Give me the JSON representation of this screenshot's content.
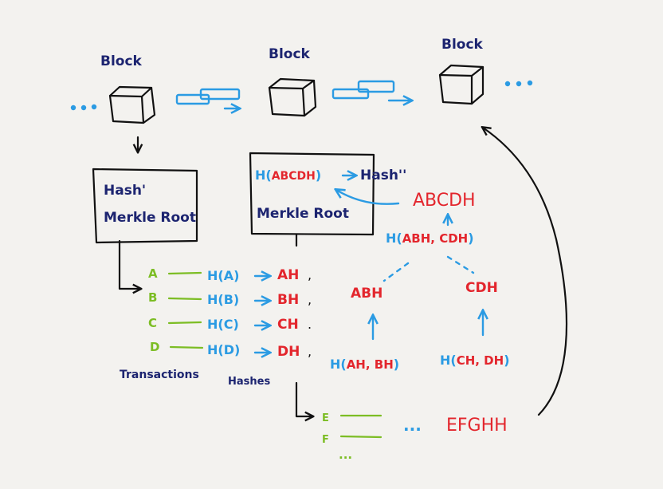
{
  "blocks": {
    "label": "Block",
    "ellipsis": "..."
  },
  "header_left": {
    "line1": "Hash'",
    "line2": "Merkle Root"
  },
  "header_right": {
    "hash_prefix": "H(",
    "hash_arg": "ABCDH",
    "hash_suffix": ")",
    "arrow": "→",
    "hash_result": "Hash''",
    "line2": "Merkle Root"
  },
  "transactions": [
    {
      "tx": "A",
      "hash": "H(A)",
      "result": "AH",
      "sep": ","
    },
    {
      "tx": "B",
      "hash": "H(B)",
      "result": "BH",
      "sep": ","
    },
    {
      "tx": "C",
      "hash": "H(C)",
      "result": "CH",
      "sep": "."
    },
    {
      "tx": "D",
      "hash": "H(D)",
      "result": "DH",
      "sep": ","
    }
  ],
  "labels": {
    "transactions": "Transactions",
    "hashes": "Hashes"
  },
  "tree": {
    "root": "ABCDH",
    "root_hash_fn": "H(",
    "root_args": "ABH, CDH",
    "root_close": ")",
    "left": "ABH",
    "right": "CDH",
    "left_fn": "H(",
    "left_args": "AH, BH",
    "left_close": ")",
    "right_fn": "H(",
    "right_args": "CH, DH",
    "right_close": ")"
  },
  "next_tx": {
    "items": [
      "E",
      "F"
    ],
    "more": "...",
    "ellipsis": "...",
    "result": "EFGHH"
  },
  "colors": {
    "navy": "#1c2470",
    "red": "#e3262d",
    "blue": "#2b9be3",
    "green": "#7cbd24",
    "ink": "#111111",
    "background": "#f3f2ef"
  }
}
